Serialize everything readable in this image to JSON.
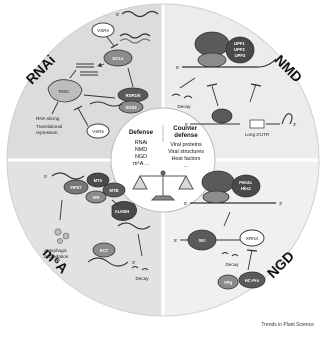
{
  "quadrants": {
    "rnai": {
      "title": "RNAi",
      "labels": {
        "vsrs_top": "VSRs",
        "dcls": "DCLs",
        "risc": "RISC",
        "rdr1": "RDR1/6",
        "sgs3": "SGS3",
        "rna_slicing": "RNA slicing",
        "translational_repression": "Translational\nrepression",
        "vsrs_bottom": "VSRs",
        "five_prime": "5'"
      }
    },
    "nmd": {
      "title": "NMD",
      "labels": {
        "upf_complex": "UPF1\nUPF2\nUPF3",
        "decay": "Decay",
        "long_3utr": "Long 3'UTR",
        "five_prime": "5'",
        "three_prime": "3'"
      }
    },
    "m6a": {
      "title": "m⁶A",
      "labels": {
        "mta": "MTA",
        "mtb": "MTB",
        "fip37": "FIP37",
        "vir": "VIR",
        "alkbh": "ALKBH",
        "autophagic_degradation": "Autophagic\ndegradation",
        "ect": "ECT",
        "decay": "Decay",
        "five_prime": "5'",
        "three_prime": "3'"
      }
    },
    "ngd": {
      "title": "NGD",
      "labels": {
        "pelota": "Pelota\nHbs1",
        "ski": "SKI",
        "xrn4": "XRN4",
        "vpg": "VPg",
        "hc_pro": "HC-Pro",
        "decay": "Decay",
        "five_prime": "5'",
        "three_prime": "3'"
      }
    }
  },
  "center": {
    "defense_title": "Defense",
    "defense_items": [
      "RNAi",
      "NMD",
      "NGD",
      "m⁶A ..."
    ],
    "counter_title": "Counter\ndefense",
    "counter_items": [
      "Viral proteins",
      "Viral structures",
      "Host factors",
      "..."
    ]
  },
  "credit": "Trends in Plant Science",
  "colors": {
    "background": "#ffffff",
    "quadrant_tl": "#dcdcdc",
    "quadrant_tr": "#ececec",
    "quadrant_bl": "#e2e2e2",
    "quadrant_br": "#f0f0f0",
    "protein_dark": "#4a4a4a",
    "protein_mid": "#8c8c8c",
    "line": "#333333"
  }
}
